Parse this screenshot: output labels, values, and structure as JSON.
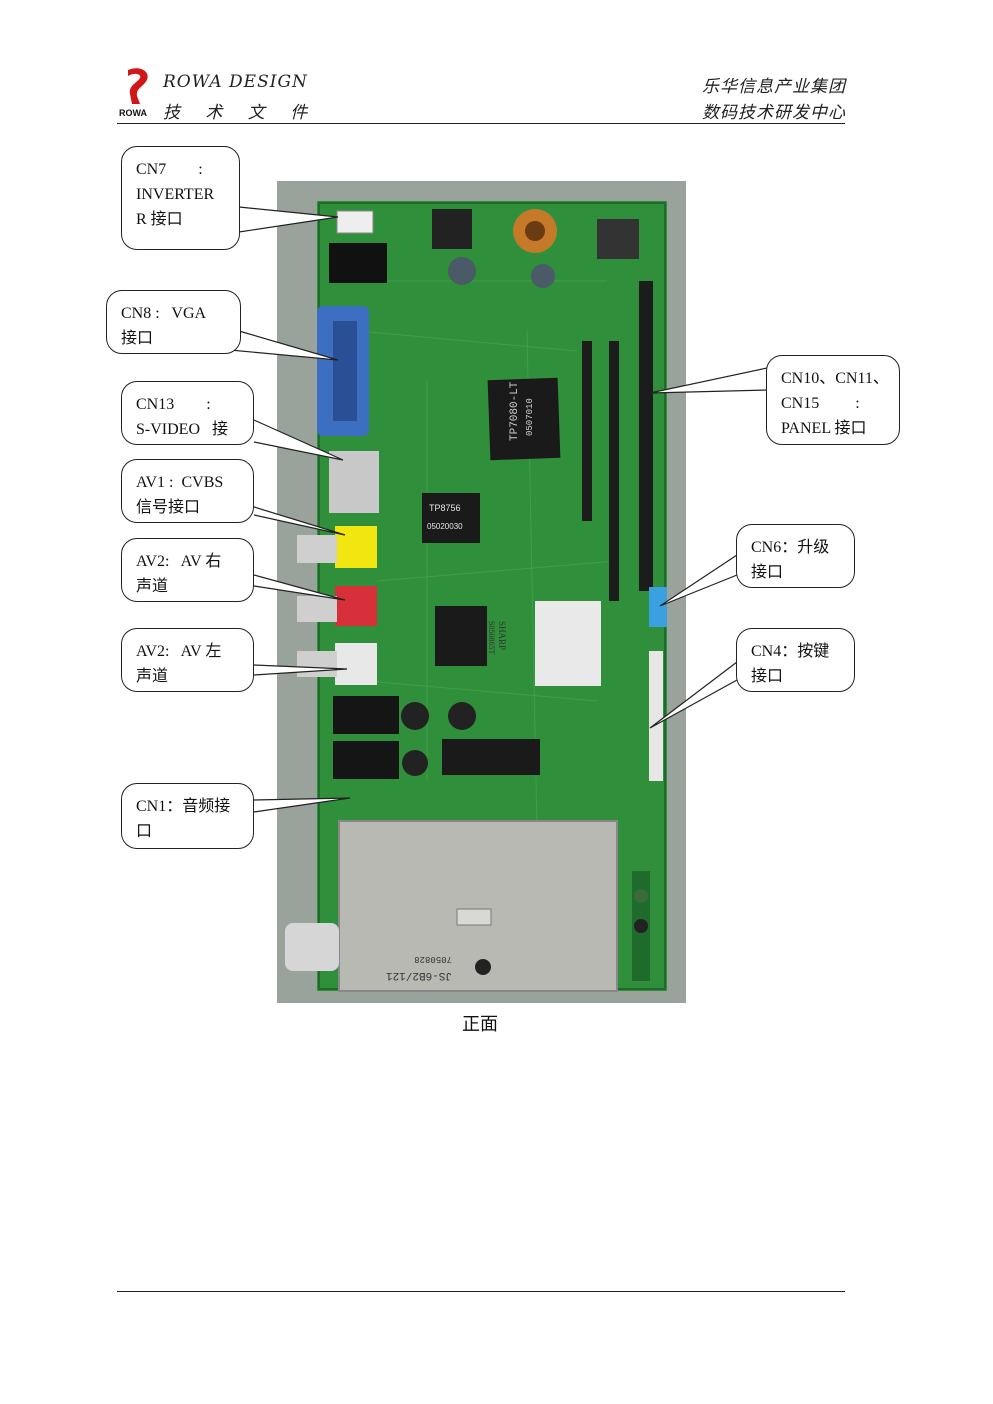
{
  "header": {
    "brand_line1": "ROWA DESIGN",
    "brand_line2": "技 术 文 件",
    "logo_text": "ROWA",
    "org_line1": "乐华信息产业集团",
    "org_line2": "数码技术研发中心"
  },
  "callouts": [
    {
      "id": "cn7",
      "lines": [
        "CN7        :",
        "INVERTER",
        "R 接口"
      ]
    },
    {
      "id": "cn8",
      "lines": [
        "CN8 :   VGA",
        "接口"
      ]
    },
    {
      "id": "cn13",
      "lines": [
        "CN13        :",
        "S-VIDEO   接"
      ]
    },
    {
      "id": "av1",
      "lines": [
        "AV1 :  CVBS",
        "信号接口"
      ]
    },
    {
      "id": "av2r",
      "lines": [
        "AV2:   AV 右",
        "声道"
      ]
    },
    {
      "id": "av2l",
      "lines": [
        "AV2:   AV 左",
        "声道"
      ]
    },
    {
      "id": "cn1",
      "lines": [
        "CN1：音频接",
        "口"
      ]
    },
    {
      "id": "cn10",
      "lines": [
        "CN10、CN11、",
        "CN15         :",
        "PANEL 接口"
      ]
    },
    {
      "id": "cn6",
      "lines": [
        "CN6：升级",
        "接口"
      ]
    },
    {
      "id": "cn4",
      "lines": [
        "CN4：按键",
        "接口"
      ]
    }
  ],
  "board_labels": {
    "chip1": "TP7080-LT",
    "chip1_code": "0507010",
    "chip2": "TP8756",
    "chip2_code": "05020030",
    "chip3": "SHARP",
    "chip3_code": "S050865T",
    "tuner": "JS-6B2/121",
    "tuner_code": "7050828"
  },
  "caption": "正面",
  "colors": {
    "pcb": "#2f8f3a",
    "pcb_dark": "#1f6b2b",
    "tuner": "#b9b9b4",
    "vga": "#3c6fc2"
  }
}
